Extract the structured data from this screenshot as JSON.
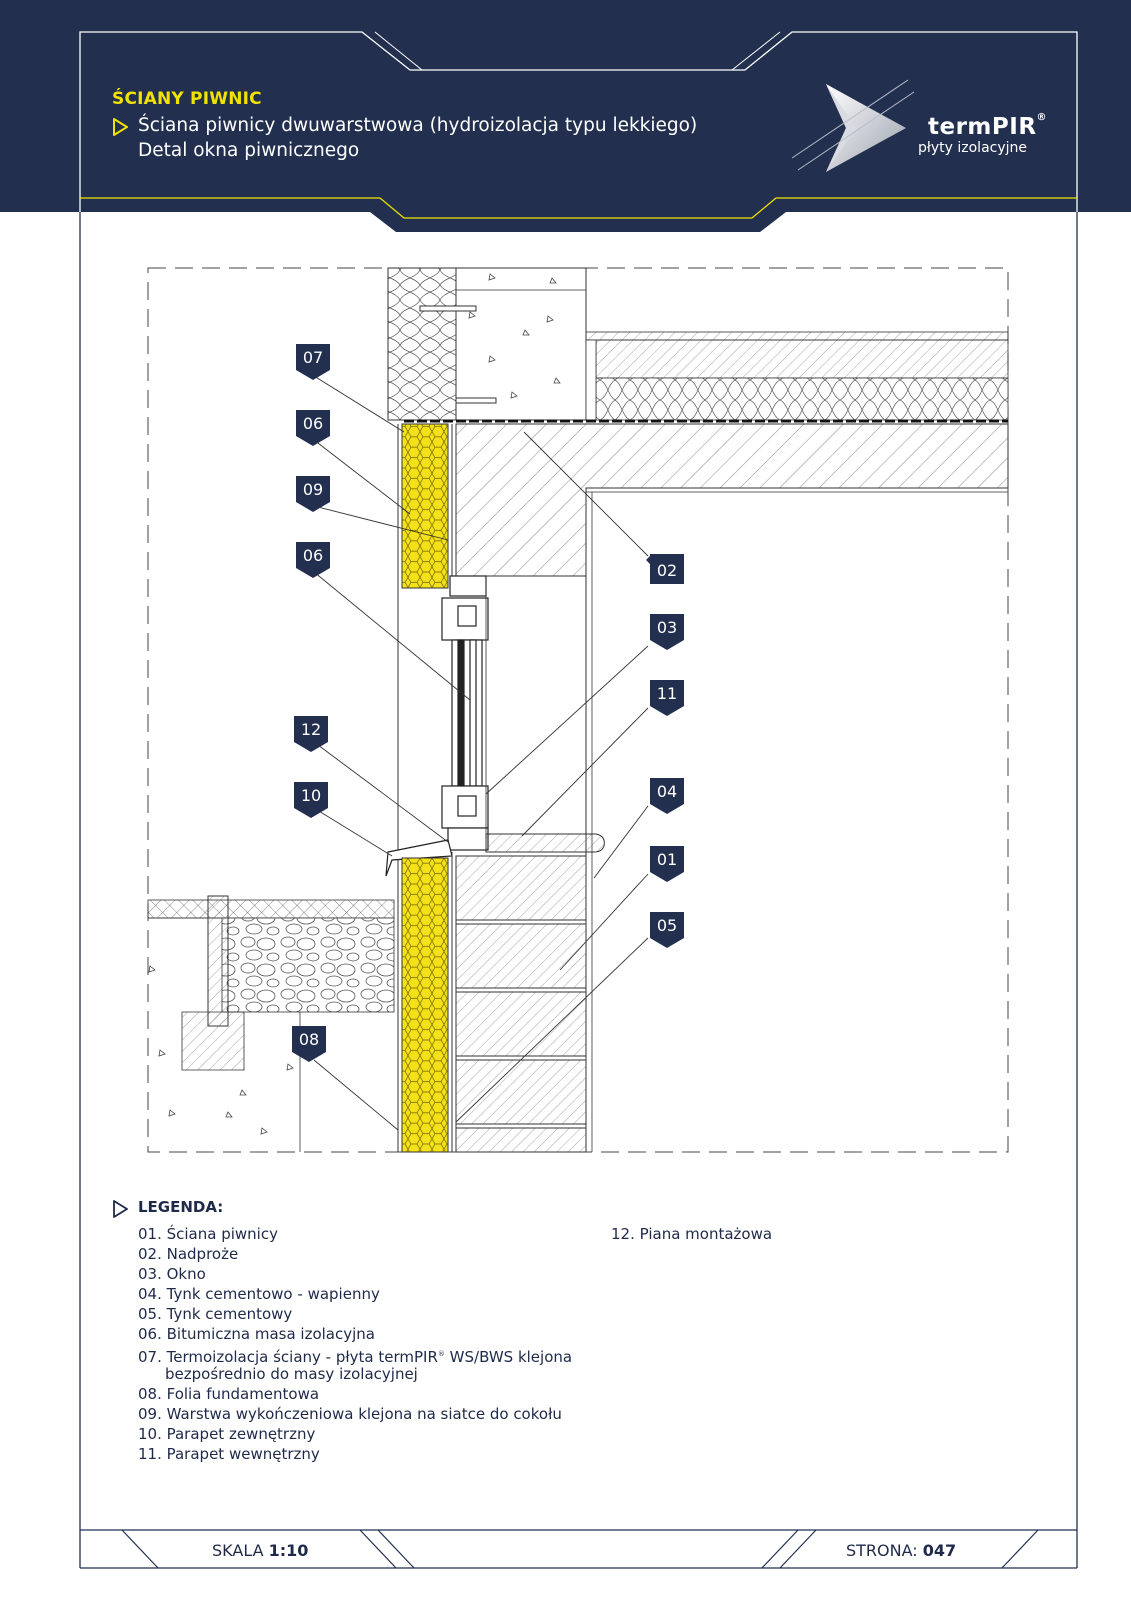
{
  "header": {
    "category": "ŚCIANY PIWNIC",
    "title_line1": "Ściana piwnicy dwuwarstwowa (hydroizolacja typu lekkiego)",
    "title_line2": "Detal okna piwnicznego",
    "brand_name": "termPIR",
    "brand_reg": "®",
    "brand_sub": "płyty izolacyjne"
  },
  "colors": {
    "navy": "#222f4f",
    "yellow": "#f2e200",
    "insulation": "#f5e11a"
  },
  "markers": [
    {
      "label": "07",
      "side": "left"
    },
    {
      "label": "06",
      "side": "left"
    },
    {
      "label": "09",
      "side": "left"
    },
    {
      "label": "06",
      "side": "left"
    },
    {
      "label": "12",
      "side": "left"
    },
    {
      "label": "10",
      "side": "left"
    },
    {
      "label": "08",
      "side": "left"
    },
    {
      "label": "02",
      "side": "right"
    },
    {
      "label": "03",
      "side": "right"
    },
    {
      "label": "11",
      "side": "right"
    },
    {
      "label": "04",
      "side": "right"
    },
    {
      "label": "01",
      "side": "right"
    },
    {
      "label": "05",
      "side": "right"
    }
  ],
  "legend": {
    "title": "LEGENDA:",
    "items": [
      "01. Ściana piwnicy",
      "02. Nadproże",
      "03. Okno",
      "04. Tynk cementowo - wapienny",
      "05. Tynk cementowy",
      "06. Bitumiczna masa izolacyjna",
      "07. Termoizolacja ściany - płyta termPIR",
      "08. Folia fundamentowa",
      "09. Warstwa wykończeniowa klejona na siatce do cokołu",
      "10. Parapet zewnętrzny",
      "11. Parapet wewnętrzny",
      "12. Piana montażowa"
    ],
    "item07_reg": "®",
    "item07_rest": " WS/BWS klejona",
    "item07_line2": "bezpośrednio do masy izolacyjnej"
  },
  "footer": {
    "scale_label": "SKALA",
    "scale_value": "1:10",
    "page_label": "STRONA:",
    "page_value": "047"
  }
}
